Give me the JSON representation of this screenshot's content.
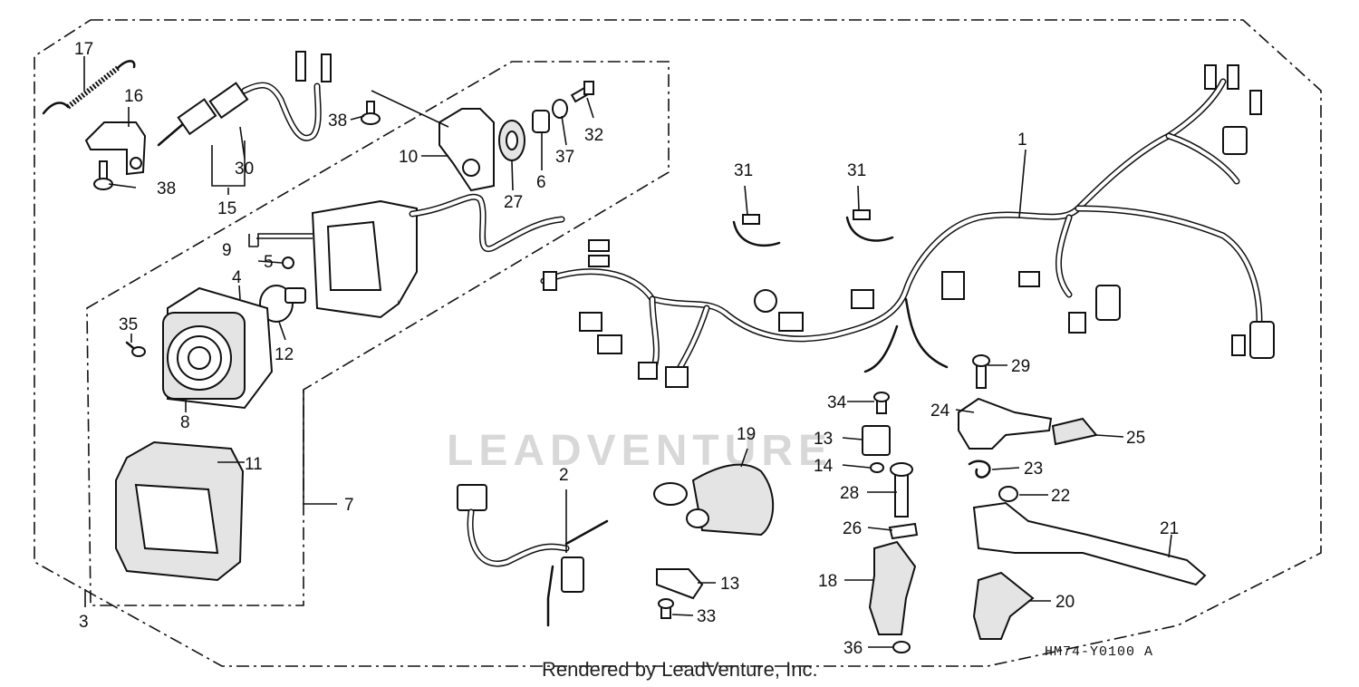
{
  "callouts": {
    "c1": "1",
    "c2": "2",
    "c3": "3",
    "c4": "4",
    "c5": "5",
    "c6": "6",
    "c7": "7",
    "c8": "8",
    "c9": "9",
    "c10": "10",
    "c11": "11",
    "c12": "12",
    "c13a": "13",
    "c13b": "13",
    "c14": "14",
    "c15": "15",
    "c16": "16",
    "c17": "17",
    "c18": "18",
    "c19": "19",
    "c20": "20",
    "c21": "21",
    "c22": "22",
    "c23": "23",
    "c24": "24",
    "c25": "25",
    "c26": "26",
    "c27": "27",
    "c28": "28",
    "c29": "29",
    "c30": "30",
    "c31a": "31",
    "c31b": "31",
    "c32": "32",
    "c33": "33",
    "c34": "34",
    "c35": "35",
    "c36": "36",
    "c37": "37",
    "c38a": "38",
    "c38b": "38"
  },
  "watermark": "LEADVENTURE",
  "footer": "Rendered by LeadVenture, Inc.",
  "drawing_code": "HM74-Y0100 A"
}
